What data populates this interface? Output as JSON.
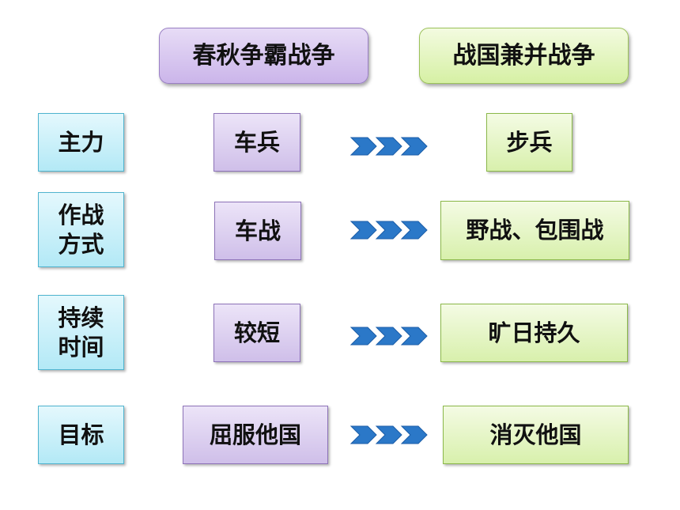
{
  "headers": {
    "left": "春秋争霸战争",
    "right": "战国兼并战争"
  },
  "rows": [
    {
      "label": "主力",
      "from": "车兵",
      "to": "步兵"
    },
    {
      "label": "作战\n方式",
      "from": "车战",
      "to": "野战、包围战"
    },
    {
      "label": "持续\n时间",
      "from": "较短",
      "to": "旷日持久"
    },
    {
      "label": "目标",
      "from": "屈服他国",
      "to": "消灭他国"
    }
  ],
  "colors": {
    "label_fill": "#b3e9f6",
    "from_fill": "#cfbfe9",
    "to_fill": "#d8f0ac",
    "arrow": "#2b78c8"
  },
  "icons": {
    "arrow": "triple-chevron-right-icon"
  }
}
